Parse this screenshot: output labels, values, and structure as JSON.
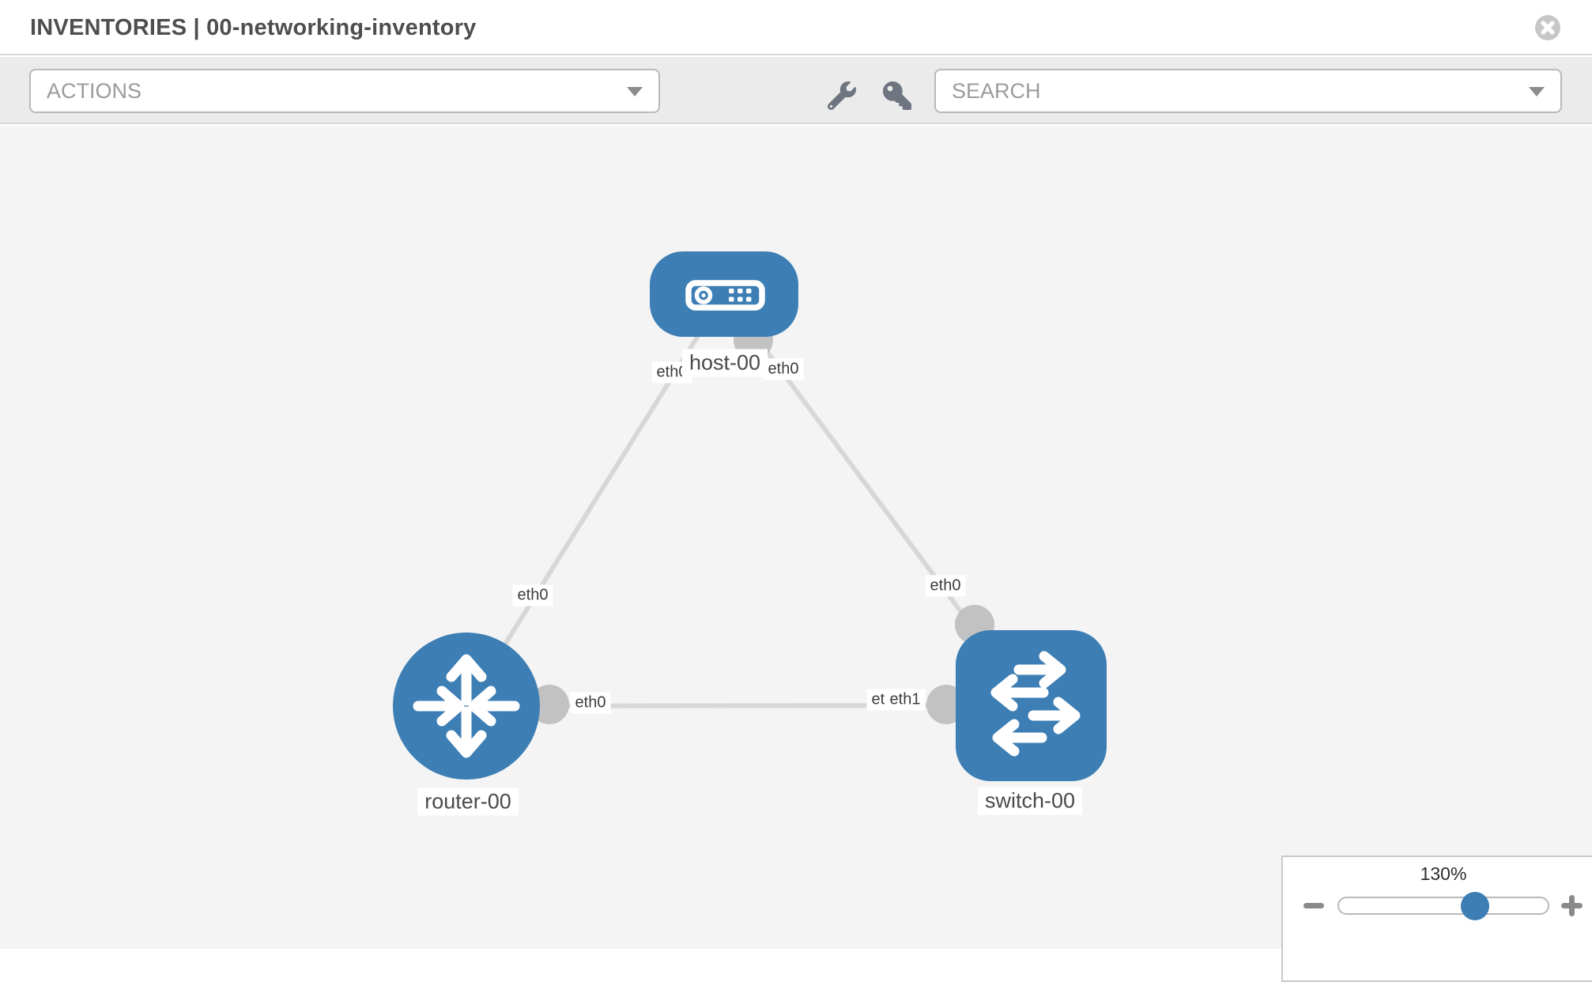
{
  "header": {
    "title": "INVENTORIES | 00-networking-inventory"
  },
  "toolbar": {
    "actions_label": "ACTIONS",
    "search_placeholder": "SEARCH",
    "icons": [
      "wrench-icon",
      "key-icon"
    ]
  },
  "topology": {
    "nodes": [
      {
        "id": "host-00",
        "type": "host",
        "label": "host-00"
      },
      {
        "id": "router-00",
        "type": "router",
        "label": "router-00"
      },
      {
        "id": "switch-00",
        "type": "switch",
        "label": "switch-00"
      }
    ],
    "links": [
      {
        "source": "host-00",
        "target": "router-00",
        "source_interface": "eth0",
        "target_interface": "eth0"
      },
      {
        "source": "host-00",
        "target": "switch-00",
        "source_interface": "eth0",
        "target_interface": "eth0"
      },
      {
        "source": "router-00",
        "target": "switch-00",
        "source_interface": "eth0",
        "target_interface": "eth1",
        "target_interface_overlap": "eth0"
      }
    ]
  },
  "zoom_control": {
    "value_label": "130%",
    "percent": 130
  },
  "colors": {
    "node_blue": "#3d7eb4",
    "link_gray": "#d7d7d7",
    "endpoint_gray": "#c2c2c2",
    "toolbar_bg": "#ebebeb",
    "canvas_bg": "#f4f4f4",
    "label_text": "#3c3c3c",
    "title_text": "#4e4e4e"
  }
}
